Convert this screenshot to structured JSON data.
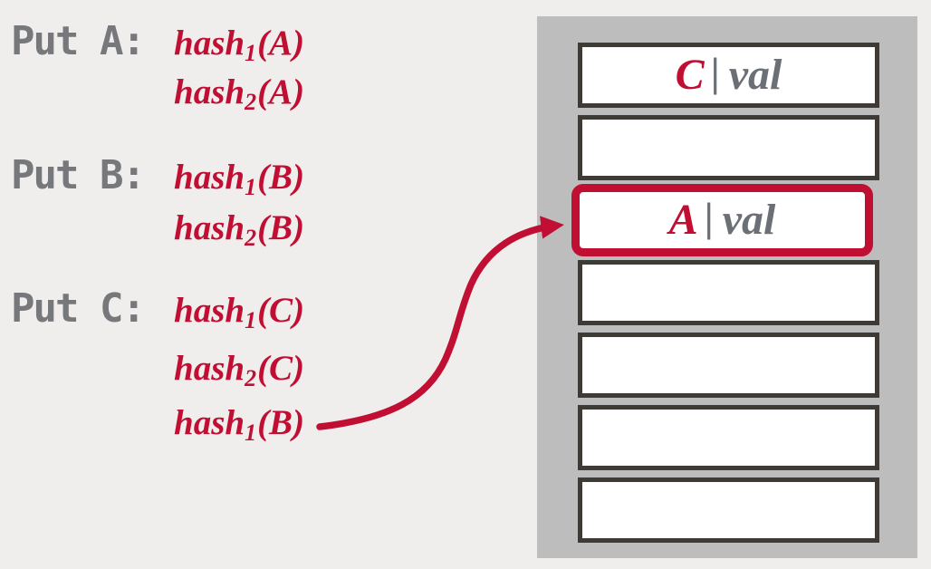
{
  "colors": {
    "background": "#efeeed",
    "panel": "#bdbdbd",
    "slot_fill": "#ffffff",
    "slot_border": "#3e3a36",
    "accent": "#c00f33",
    "label_gray": "#77787b",
    "value_gray": "#6b7076"
  },
  "operations": [
    {
      "label": "Put A:",
      "hashes": [
        {
          "fn": "hash",
          "sub": "1",
          "arg": "(A)"
        },
        {
          "fn": "hash",
          "sub": "2",
          "arg": "(A)"
        }
      ]
    },
    {
      "label": "Put B:",
      "hashes": [
        {
          "fn": "hash",
          "sub": "1",
          "arg": "(B)"
        },
        {
          "fn": "hash",
          "sub": "2",
          "arg": "(B)"
        }
      ]
    },
    {
      "label": "Put C:",
      "hashes": [
        {
          "fn": "hash",
          "sub": "1",
          "arg": "(C)"
        },
        {
          "fn": "hash",
          "sub": "2",
          "arg": "(C)"
        },
        {
          "fn": "hash",
          "sub": "1",
          "arg": "(B)"
        }
      ]
    }
  ],
  "hash_table": {
    "slots": [
      {
        "key": "C",
        "sep": "|",
        "value": "val",
        "highlighted": false
      },
      {
        "key": "",
        "sep": "",
        "value": "",
        "highlighted": false
      },
      {
        "key": "A",
        "sep": "|",
        "value": "val",
        "highlighted": true
      },
      {
        "key": "",
        "sep": "",
        "value": "",
        "highlighted": false
      },
      {
        "key": "",
        "sep": "",
        "value": "",
        "highlighted": false
      },
      {
        "key": "",
        "sep": "",
        "value": "",
        "highlighted": false
      },
      {
        "key": "",
        "sep": "",
        "value": "",
        "highlighted": false
      }
    ]
  },
  "arrow": {
    "from": "hash1(B)",
    "to": "slot-3"
  }
}
